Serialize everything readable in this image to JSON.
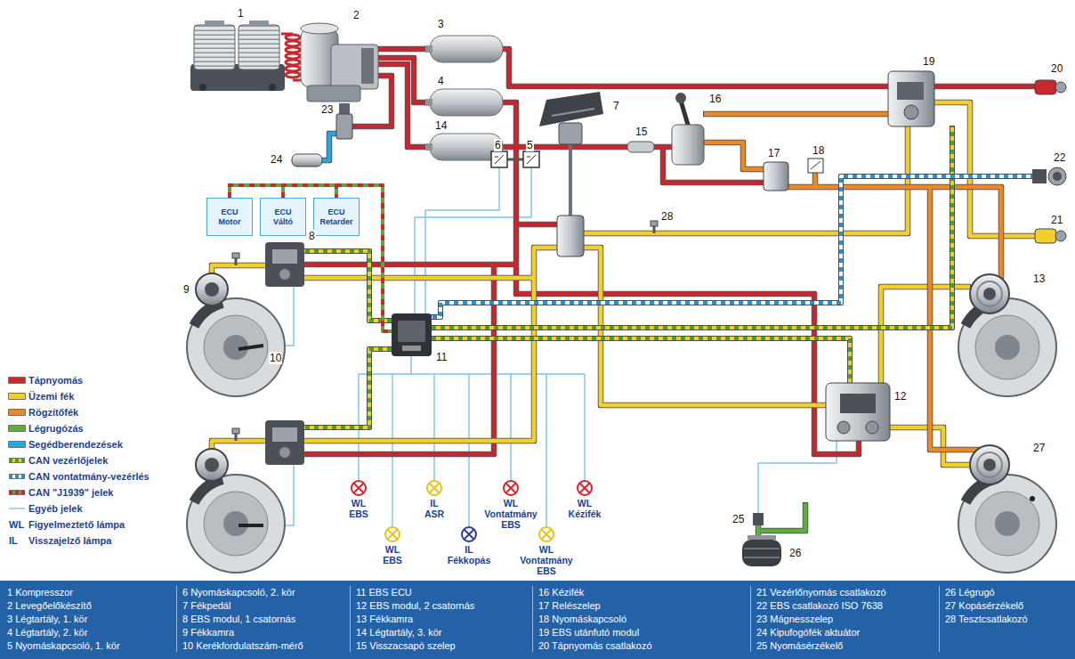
{
  "diagram": {
    "nodes": [
      {
        "text": [
          "ECU Motor"
        ]
      },
      {
        "text": [
          "ECU Váltó"
        ]
      },
      {
        "text": [
          "ECU Retarder"
        ]
      },
      {
        "text": [
          "1 Kompresszor",
          "2 Levegőelőkészítő",
          "3 Légtartály, 1. kör",
          "4 Légtartály, 2. kör",
          "5 Nyomáskapcsoló, 1. kör",
          "6 Nyomáskapcsoló, 2. kör",
          "7 Fékpedál",
          "8 EBS modul, 1 csatornás",
          "9 Fékkamra",
          "10 Kerékfordulatszám-mérő",
          "11 EBS ECU",
          "12 EBS modul, 2 csatornás",
          "13 Fékkamra",
          "14 Légtartály, 3. kör",
          "15 Visszacsapó szelep",
          "16 Kézifék",
          "17 Relészelep",
          "18 Nyomáskapcsoló",
          "19 EBS utánfutó modul",
          "20 Tápnyomás csatlakozó",
          "21 Vezérlőnyomás csatlakozó",
          "22 EBS csatlakozó ISO 7638",
          "23 Mágnesszelep",
          "24 Kipufogófék aktuátor",
          "25 Nyomásérzékelő",
          "26 Légrugó",
          "27 Kopásérzékelő",
          "28 Tesztcsatlakozó"
        ]
      }
    ],
    "edges": [
      {
        "from": 0,
        "to": 1,
        "arrow": "none"
      },
      {
        "from": 1,
        "to": 2,
        "arrow": "none"
      }
    ],
    "labels": [
      "1",
      "2",
      "3",
      "4",
      "14",
      "23",
      "24",
      "6",
      "5",
      "7",
      "15",
      "16",
      "17",
      "18",
      "19",
      "20",
      "22",
      "21",
      "28",
      "8",
      "9",
      "10",
      "11",
      "12",
      "13",
      "27",
      "25",
      "26",
      "WL EBS",
      "IL ASR",
      "WL Vontatmány EBS",
      "WL Kézifék",
      "WL EBS",
      "IL Fékkopás",
      "WL Vontatmány EBS",
      "WL",
      "IL"
    ],
    "legend": [
      {
        "text": "Tápnyomás",
        "color": "#c8282e"
      },
      {
        "text": "Üzemi fék",
        "color": "#f3cf2b"
      },
      {
        "text": "Rögzítőfék",
        "color": "#e98b23"
      },
      {
        "text": "Légrugózás",
        "color": "#5fae3a"
      },
      {
        "text": "Segédberendezések",
        "color": "#2aa6df"
      },
      {
        "text": "CAN vezérlőjelek"
      },
      {
        "text": "CAN vontatmány-vezérlés"
      },
      {
        "text": "CAN \"J1939\" jelek"
      },
      {
        "text": "Egyéb jelek"
      },
      {
        "text": "Figyelmeztető lámpa"
      },
      {
        "text": "Visszajelző lámpa"
      }
    ]
  }
}
